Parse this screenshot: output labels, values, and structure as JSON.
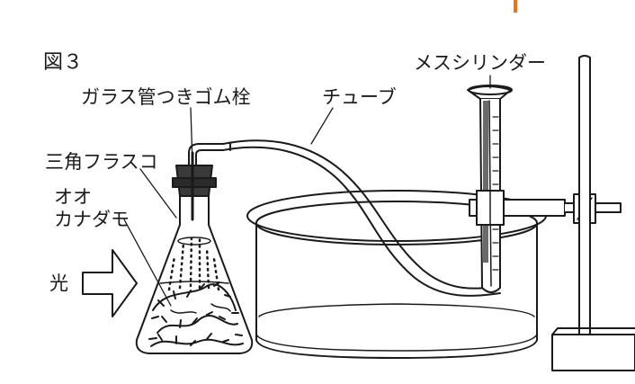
{
  "figure": {
    "number": "図３"
  },
  "labels": {
    "stopper": "ガラス管つきゴム栓",
    "flask": "三角フラスコ",
    "plant_line1": "オオ",
    "plant_line2": "カナダモ",
    "light": "光",
    "tube": "チューブ",
    "cylinder": "メスシリンダー"
  },
  "colors": {
    "line": "#1a1a1a",
    "accent_mark": "#e8731a"
  }
}
